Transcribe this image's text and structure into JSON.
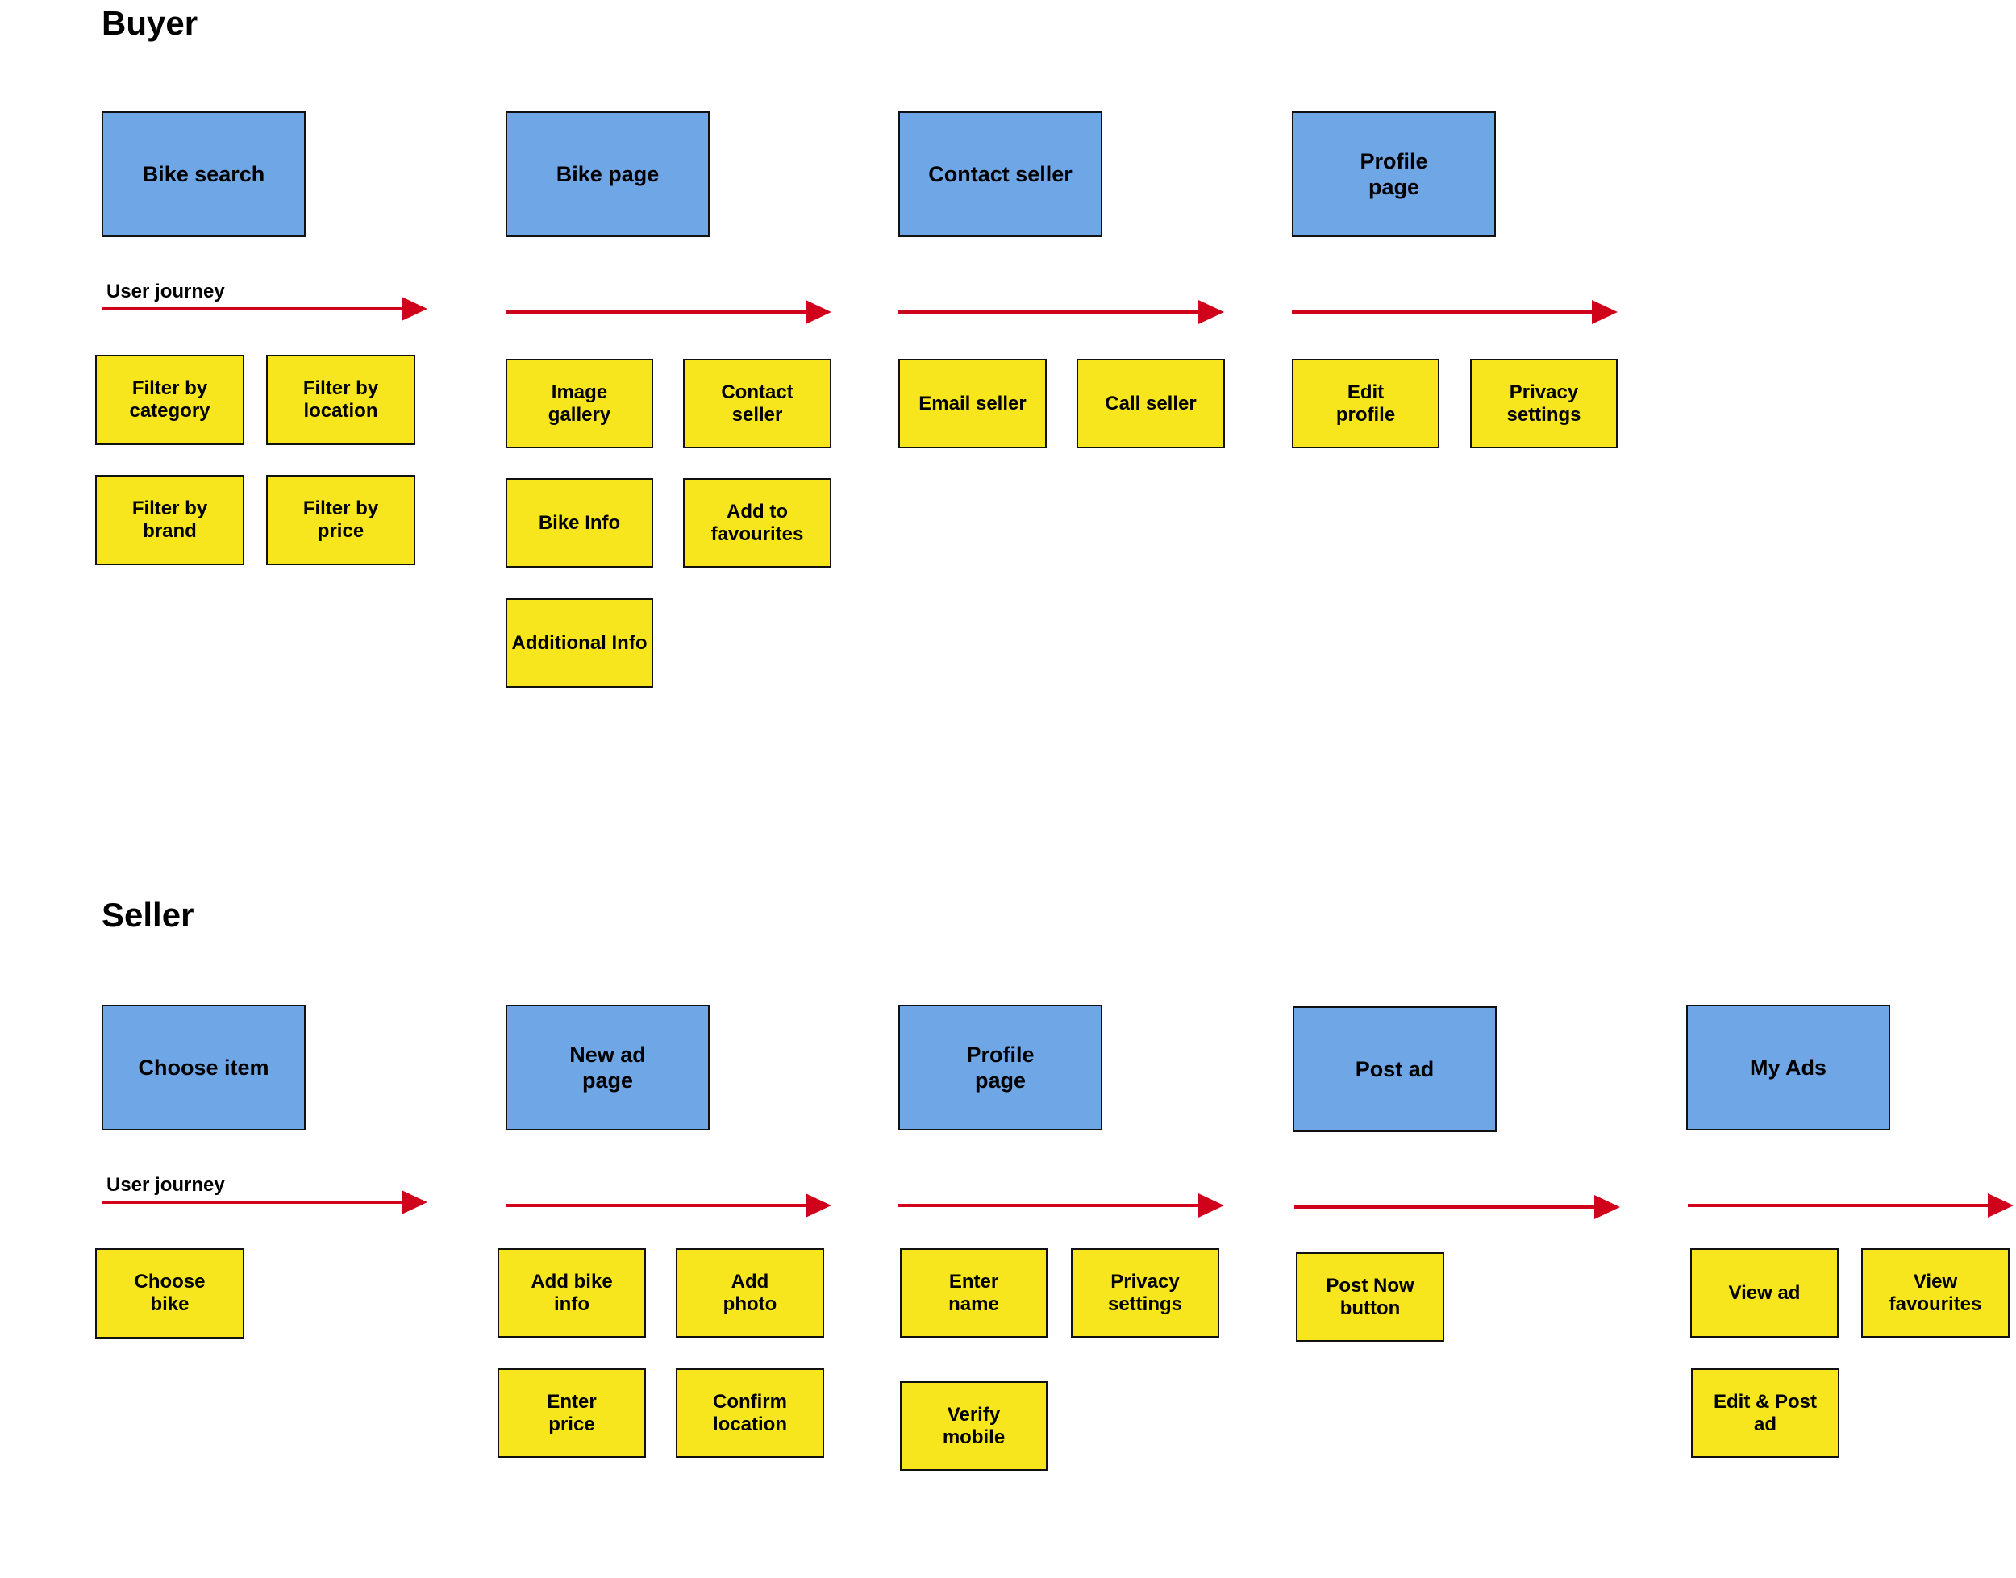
{
  "buyer": {
    "title": "Buyer",
    "journey_label": "User journey",
    "steps": [
      {
        "page": "Bike search",
        "items": [
          "Filter by\ncategory",
          "Filter by\nlocation",
          "Filter by\nbrand",
          "Filter by\nprice"
        ]
      },
      {
        "page": "Bike page",
        "items": [
          "Image\ngallery",
          "Contact\nseller",
          "Bike Info",
          "Add to\nfavourites",
          "Additional Info"
        ]
      },
      {
        "page": "Contact seller",
        "items": [
          "Email seller",
          "Call seller"
        ]
      },
      {
        "page": "Profile\npage",
        "items": [
          "Edit\nprofile",
          "Privacy\nsettings"
        ]
      }
    ]
  },
  "seller": {
    "title": "Seller",
    "journey_label": "User journey",
    "steps": [
      {
        "page": "Choose item",
        "items": [
          "Choose\nbike"
        ]
      },
      {
        "page": "New ad\npage",
        "items": [
          "Add bike\ninfo",
          "Add\nphoto",
          "Enter\nprice",
          "Confirm\nlocation"
        ]
      },
      {
        "page": "Profile\npage",
        "items": [
          "Enter\nname",
          "Privacy\nsettings",
          "Verify\nmobile"
        ]
      },
      {
        "page": "Post ad",
        "items": [
          "Post Now\nbutton"
        ]
      },
      {
        "page": "My Ads",
        "items": [
          "View ad",
          "View\nfavourites",
          "Edit & Post\nad"
        ]
      }
    ]
  },
  "colors": {
    "page_box": "#6fa6e6",
    "note": "#f7e51d",
    "arrow": "#d0021b"
  }
}
